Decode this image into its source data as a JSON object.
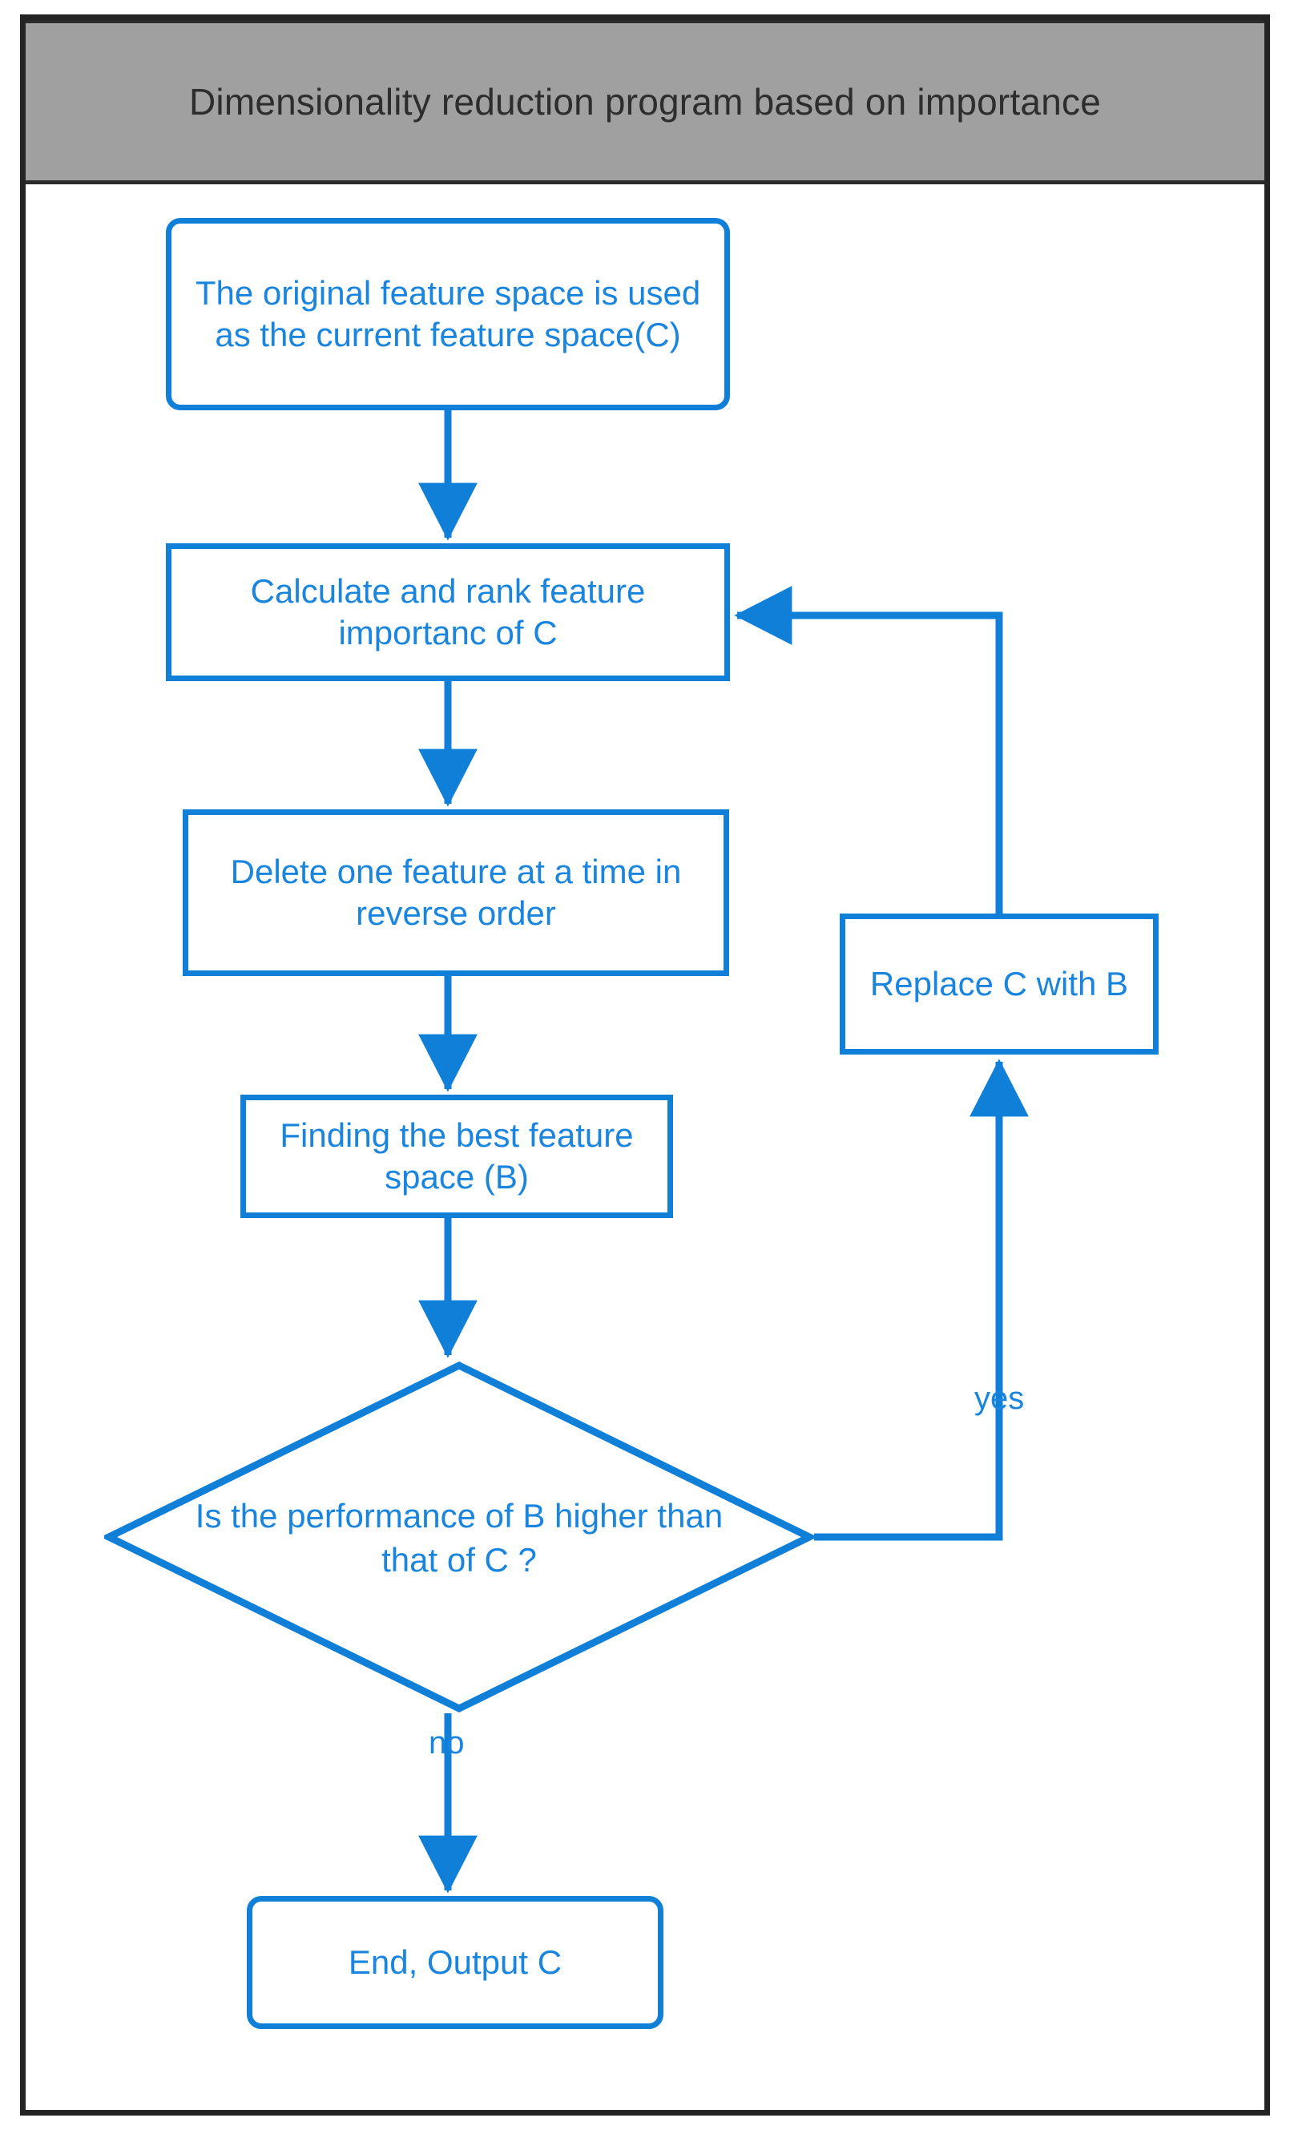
{
  "header": {
    "title": "Dimensionality reduction program based on importance"
  },
  "colors": {
    "flow_blue": "#0f7fd8",
    "text_blue": "#1a85de",
    "header_gray": "#a0a0a0",
    "frame_black": "#232323"
  },
  "flowchart": {
    "type": "flowchart",
    "nodes": [
      {
        "id": "n1",
        "shape": "rounded-rectangle",
        "text": "The original feature space is used as the current feature space(C)"
      },
      {
        "id": "n2",
        "shape": "rectangle",
        "text": "Calculate and rank feature importanc of C"
      },
      {
        "id": "n3",
        "shape": "rectangle",
        "text": "Delete one feature at a time in reverse order"
      },
      {
        "id": "n4",
        "shape": "rectangle",
        "text": "Finding the best feature space (B)"
      },
      {
        "id": "n5",
        "shape": "rectangle",
        "text": "Replace C with B"
      },
      {
        "id": "d1",
        "shape": "diamond",
        "text": "Is the performance of B higher than that of C ?"
      },
      {
        "id": "n6",
        "shape": "rounded-rectangle",
        "text": "End, Output C"
      }
    ],
    "edges": [
      {
        "from": "n1",
        "to": "n2",
        "label": ""
      },
      {
        "from": "n2",
        "to": "n3",
        "label": ""
      },
      {
        "from": "n3",
        "to": "n4",
        "label": ""
      },
      {
        "from": "n4",
        "to": "d1",
        "label": ""
      },
      {
        "from": "d1",
        "to": "n5",
        "label": "yes"
      },
      {
        "from": "n5",
        "to": "n2",
        "label": ""
      },
      {
        "from": "d1",
        "to": "n6",
        "label": "no"
      }
    ],
    "labels": {
      "yes": "yes",
      "no": "no"
    }
  }
}
